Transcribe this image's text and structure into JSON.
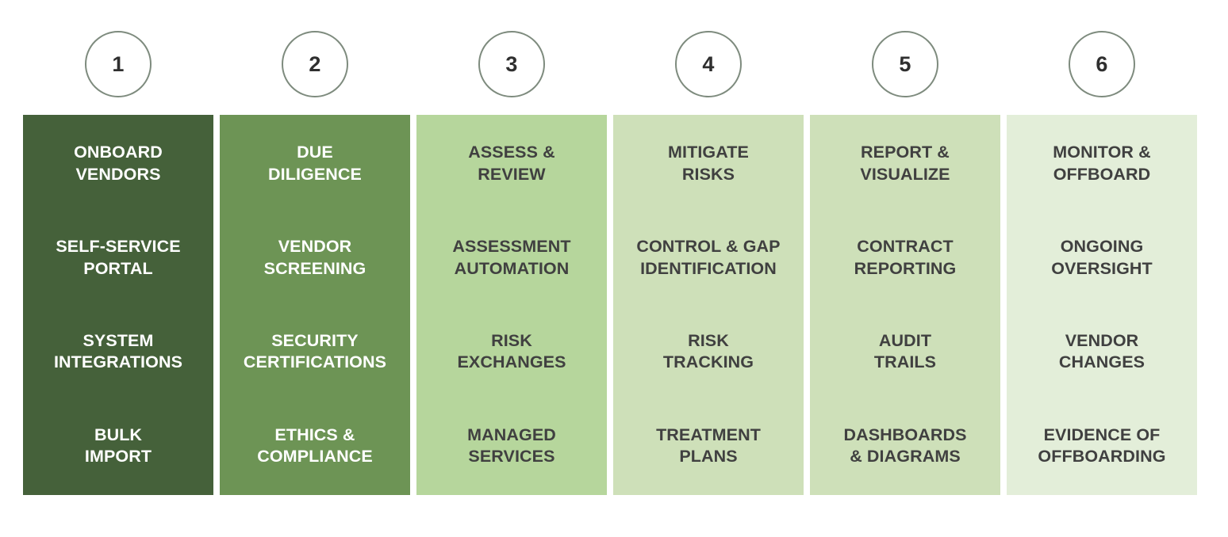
{
  "diagram": {
    "type": "process-stages",
    "orientation": "horizontal",
    "stage_count": 6,
    "items_per_stage": 4,
    "colors": {
      "background": "#ffffff",
      "circle_border": "#7e8b7e",
      "circle_fill": "#ffffff",
      "circle_number_text": "#2f2f2f",
      "light_text": "#ffffff",
      "dark_text": "#404040"
    }
  },
  "stages": [
    {
      "number": "1",
      "band_color": "#45613a",
      "text_color": "#ffffff",
      "heading": "ONBOARD\nVENDORS",
      "items": [
        "SELF-SERVICE\nPORTAL",
        "SYSTEM\nINTEGRATIONS",
        "BULK\nIMPORT"
      ]
    },
    {
      "number": "2",
      "band_color": "#6d9455",
      "text_color": "#ffffff",
      "heading": "DUE\nDILIGENCE",
      "items": [
        "VENDOR\nSCREENING",
        "SECURITY\nCERTIFICATIONS",
        "ETHICS &\nCOMPLIANCE"
      ]
    },
    {
      "number": "3",
      "band_color": "#b6d69c",
      "text_color": "#404040",
      "heading": "ASSESS &\nREVIEW",
      "items": [
        "ASSESSMENT\nAUTOMATION",
        "RISK\nEXCHANGES",
        "MANAGED\nSERVICES"
      ]
    },
    {
      "number": "4",
      "band_color": "#cee0b9",
      "text_color": "#404040",
      "heading": "MITIGATE\nRISKS",
      "items": [
        "CONTROL & GAP\nIDENTIFICATION",
        "RISK\nTRACKING",
        "TREATMENT\nPLANS"
      ]
    },
    {
      "number": "5",
      "band_color": "#cee0b9",
      "text_color": "#404040",
      "heading": "REPORT &\nVISUALIZE",
      "items": [
        "CONTRACT\nREPORTING",
        "AUDIT\nTRAILS",
        "DASHBOARDS\n& DIAGRAMS"
      ]
    },
    {
      "number": "6",
      "band_color": "#e3eed9",
      "text_color": "#404040",
      "heading": "MONITOR &\nOFFBOARD",
      "items": [
        "ONGOING\nOVERSIGHT",
        "VENDOR\nCHANGES",
        "EVIDENCE OF\nOFFBOARDING"
      ]
    }
  ]
}
